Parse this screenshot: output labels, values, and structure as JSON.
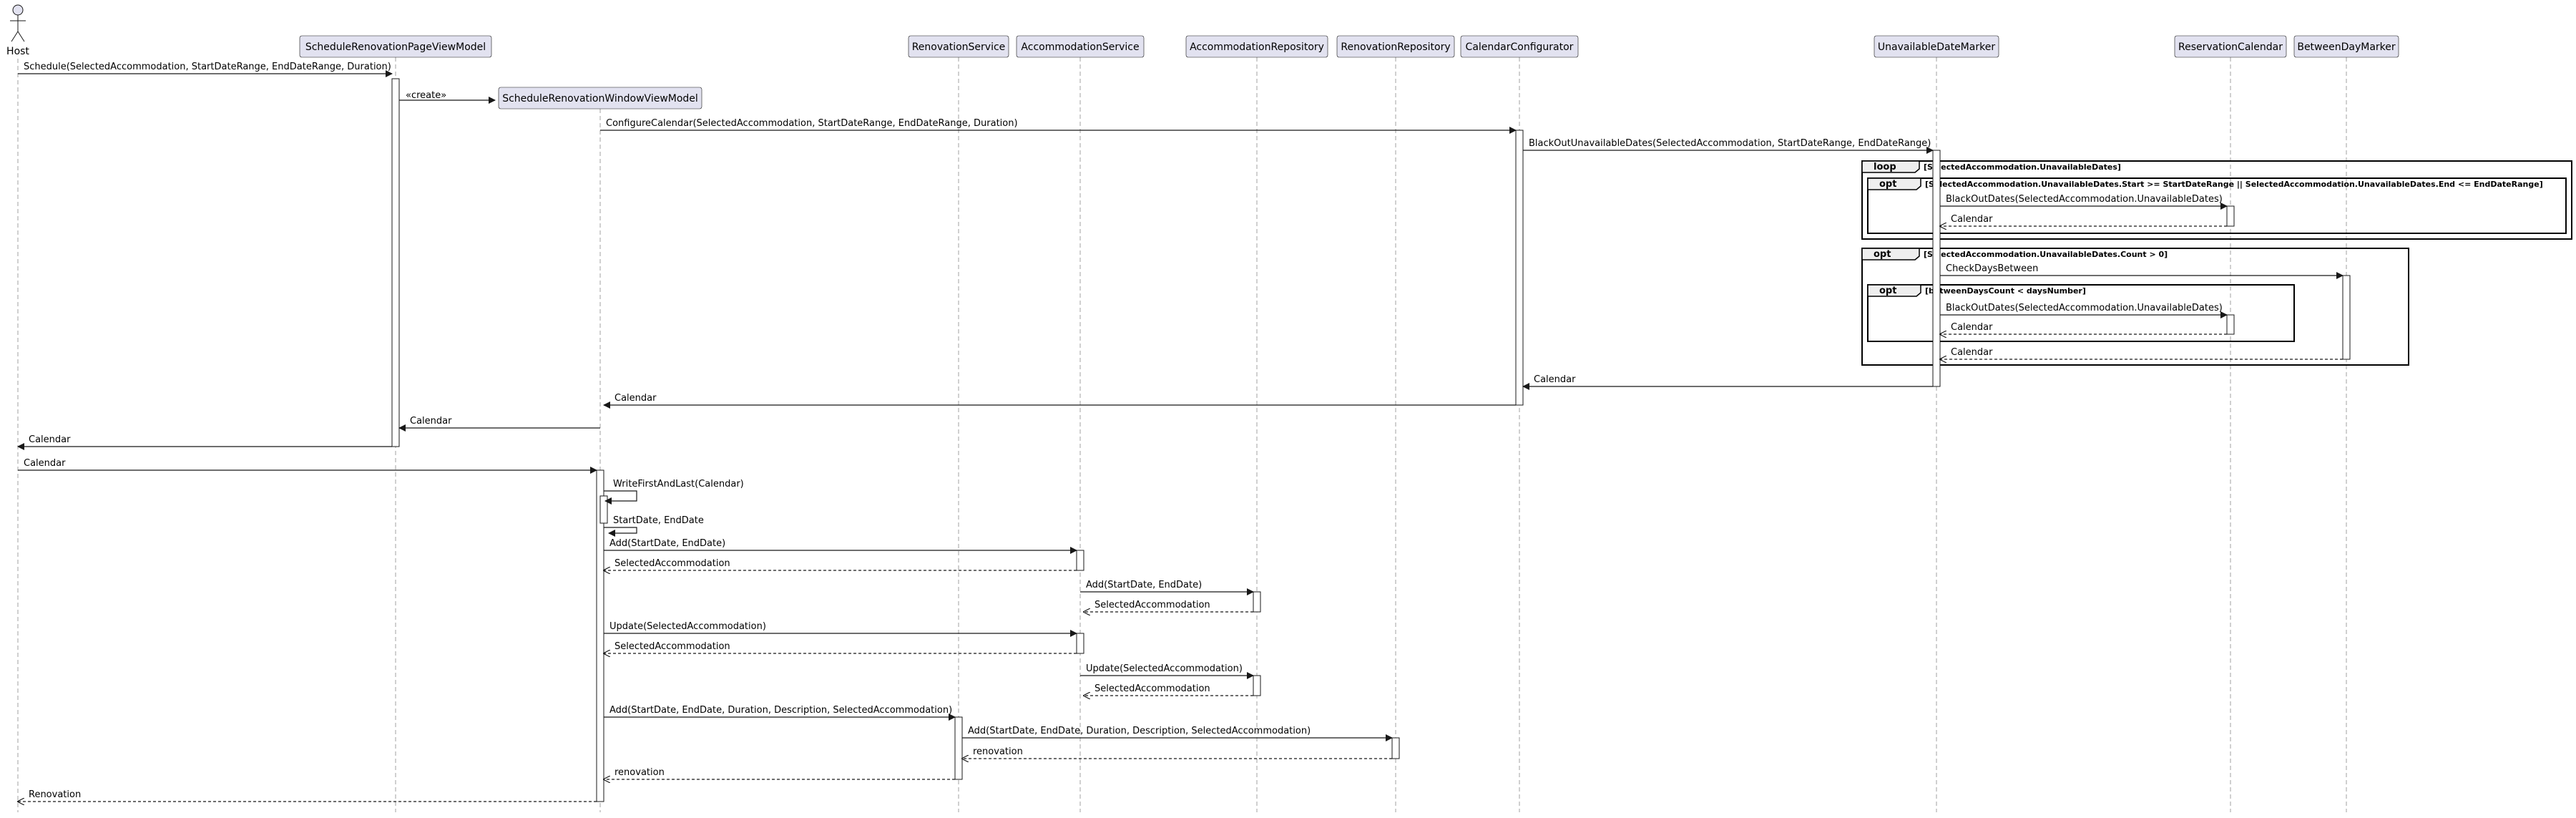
{
  "diagram": {
    "actor": "Host",
    "participants": [
      {
        "id": "vm",
        "label": "ScheduleRenovationPageViewModel"
      },
      {
        "id": "win",
        "label": "ScheduleRenovationWindowViewModel"
      },
      {
        "id": "rs",
        "label": "RenovationService"
      },
      {
        "id": "as",
        "label": "AccommodationService"
      },
      {
        "id": "ar",
        "label": "AccommodationRepository"
      },
      {
        "id": "rr",
        "label": "RenovationRepository"
      },
      {
        "id": "cc",
        "label": "CalendarConfigurator"
      },
      {
        "id": "udm",
        "label": "UnavailableDateMarker"
      },
      {
        "id": "rc",
        "label": "ReservationCalendar"
      },
      {
        "id": "bdm",
        "label": "BetweenDayMarker"
      }
    ],
    "messages": [
      {
        "from": "host",
        "to": "vm",
        "label": "Schedule(SelectedAccommodation, StartDateRange, EndDateRange, Duration)",
        "kind": "call"
      },
      {
        "from": "vm",
        "to": "win",
        "label": "«create»",
        "kind": "create"
      },
      {
        "from": "win",
        "to": "cc",
        "label": "ConfigureCalendar(SelectedAccommodation, StartDateRange, EndDateRange, Duration)",
        "kind": "call"
      },
      {
        "from": "cc",
        "to": "udm",
        "label": "BlackOutUnavailableDates(SelectedAccommodation, StartDateRange, EndDateRange)",
        "kind": "call"
      },
      {
        "from": "udm",
        "to": "rc",
        "label": "BlackOutDates(SelectedAccommodation.UnavailableDates)",
        "kind": "call"
      },
      {
        "from": "rc",
        "to": "udm",
        "label": "Calendar",
        "kind": "return"
      },
      {
        "from": "udm",
        "to": "bdm",
        "label": "CheckDaysBetween",
        "kind": "call"
      },
      {
        "from": "udm",
        "to": "rc",
        "label": "BlackOutDates(SelectedAccommodation.UnavailableDates)",
        "kind": "call"
      },
      {
        "from": "rc",
        "to": "udm",
        "label": "Calendar",
        "kind": "return"
      },
      {
        "from": "bdm",
        "to": "udm",
        "label": "Calendar",
        "kind": "return"
      },
      {
        "from": "udm",
        "to": "cc",
        "label": "Calendar",
        "kind": "call"
      },
      {
        "from": "cc",
        "to": "win",
        "label": "Calendar",
        "kind": "call"
      },
      {
        "from": "win",
        "to": "vm",
        "label": "Calendar",
        "kind": "call"
      },
      {
        "from": "vm",
        "to": "host",
        "label": "Calendar",
        "kind": "call"
      },
      {
        "from": "host",
        "to": "win",
        "label": "Calendar",
        "kind": "call"
      },
      {
        "from": "win",
        "to": "win",
        "label": "WriteFirstAndLast(Calendar)",
        "kind": "self"
      },
      {
        "from": "win",
        "to": "win",
        "label": "StartDate, EndDate",
        "kind": "self"
      },
      {
        "from": "win",
        "to": "as",
        "label": "Add(StartDate, EndDate)",
        "kind": "call"
      },
      {
        "from": "as",
        "to": "win",
        "label": "SelectedAccommodation",
        "kind": "return"
      },
      {
        "from": "as",
        "to": "ar",
        "label": "Add(StartDate, EndDate)",
        "kind": "call"
      },
      {
        "from": "ar",
        "to": "as",
        "label": "SelectedAccommodation",
        "kind": "return"
      },
      {
        "from": "win",
        "to": "as",
        "label": "Update(SelectedAccommodation)",
        "kind": "call"
      },
      {
        "from": "as",
        "to": "win",
        "label": "SelectedAccommodation",
        "kind": "return"
      },
      {
        "from": "as",
        "to": "ar",
        "label": "Update(SelectedAccommodation)",
        "kind": "call"
      },
      {
        "from": "ar",
        "to": "as",
        "label": "SelectedAccommodation",
        "kind": "return"
      },
      {
        "from": "win",
        "to": "rs",
        "label": "Add(StartDate, EndDate, Duration, Description, SelectedAccommodation)",
        "kind": "call"
      },
      {
        "from": "rs",
        "to": "rr",
        "label": "Add(StartDate, EndDate, Duration, Description, SelectedAccommodation)",
        "kind": "call"
      },
      {
        "from": "rr",
        "to": "rs",
        "label": "renovation",
        "kind": "return"
      },
      {
        "from": "rs",
        "to": "win",
        "label": "renovation",
        "kind": "return"
      },
      {
        "from": "win",
        "to": "host",
        "label": "Renovation",
        "kind": "return"
      }
    ],
    "fragments": [
      {
        "operator": "loop",
        "guard": "[SelectedAccommodation.UnavailableDates]"
      },
      {
        "operator": "opt",
        "guard": "[SelectedAccommodation.UnavailableDates.Start >= StartDateRange || SelectedAccommodation.UnavailableDates.End <= EndDateRange]"
      },
      {
        "operator": "opt",
        "guard": "[SelectedAccommodation.UnavailableDates.Count > 0]"
      },
      {
        "operator": "opt",
        "guard": "[betweenDaysCount < daysNumber]"
      }
    ]
  }
}
